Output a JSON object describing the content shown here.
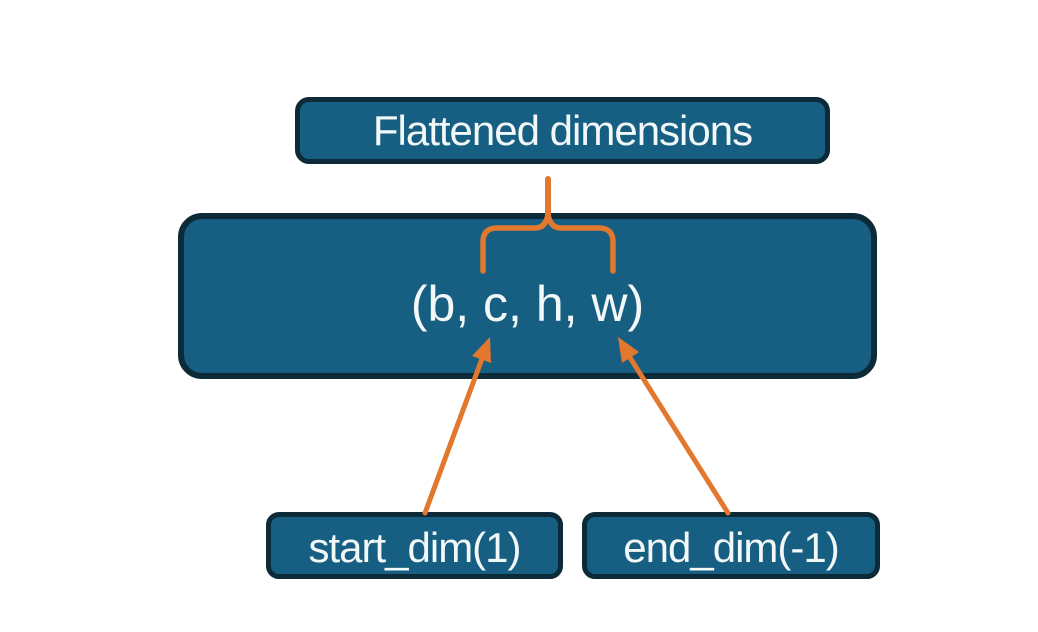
{
  "diagram": {
    "title_box": {
      "label": "Flattened dimensions"
    },
    "tensor_box": {
      "label": "(b, c, h, w)"
    },
    "start_dim_box": {
      "label": "start_dim(1)"
    },
    "end_dim_box": {
      "label": "end_dim(-1)"
    }
  },
  "colors": {
    "box_fill": "#175F82",
    "box_border": "#0D2A38",
    "arrow": "#E2772E",
    "text": "#F2F7F8",
    "background": "#FFFFFF"
  }
}
